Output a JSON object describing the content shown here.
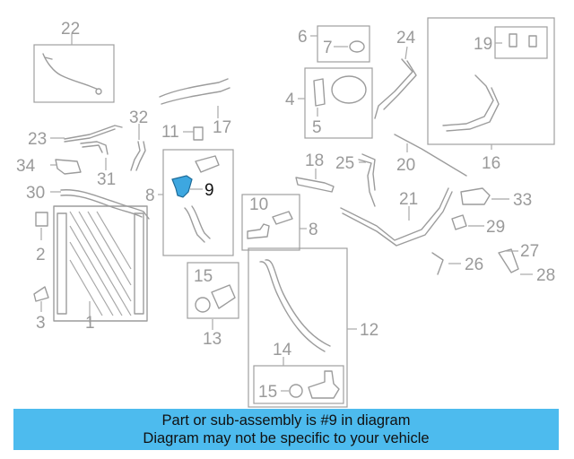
{
  "colors": {
    "banner": "#4dbbee",
    "highlight_part": "#3da7e0",
    "line_art": "#9c9c9c",
    "callout_active": "#111111"
  },
  "callouts": {
    "c1": "1",
    "c2": "2",
    "c3": "3",
    "c4": "4",
    "c5": "5",
    "c6": "6",
    "c7": "7",
    "c8a": "8",
    "c8b": "8",
    "c9": "9",
    "c10": "10",
    "c11": "11",
    "c12": "12",
    "c13": "13",
    "c14": "14",
    "c15a": "15",
    "c15b": "15",
    "c16": "16",
    "c17": "17",
    "c18": "18",
    "c19": "19",
    "c20": "20",
    "c21": "21",
    "c22": "22",
    "c23": "23",
    "c24": "24",
    "c25": "25",
    "c26": "26",
    "c27": "27",
    "c28": "28",
    "c29": "29",
    "c30": "30",
    "c31": "31",
    "c32": "32",
    "c33": "33",
    "c34": "34"
  },
  "banner": {
    "line1": "Part or sub-assembly is #9 in diagram",
    "line2": "Diagram may not be specific to your vehicle"
  }
}
